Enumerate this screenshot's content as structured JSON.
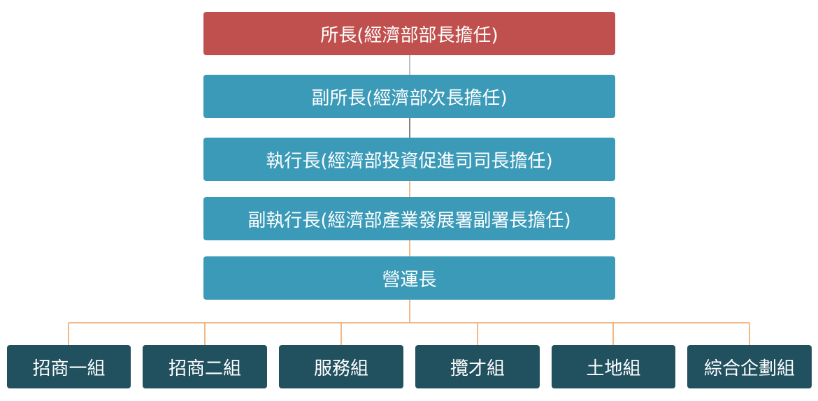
{
  "org_chart": {
    "director": "所長(經濟部部長擔任)",
    "deputy_director": "副所長(經濟部次長擔任)",
    "executive_director": "執行長(經濟部投資促進司司長擔任)",
    "deputy_executive_director": "副執行長(經濟部產業發展署副署長擔任)",
    "operations_chief": "營運長",
    "teams": [
      "招商一組",
      "招商二組",
      "服務組",
      "攬才組",
      "土地組",
      "綜合企劃組"
    ]
  },
  "colors": {
    "director_box": "#c0504d",
    "middle_box": "#3a9ab8",
    "team_box": "#21505f",
    "connector_orange": "#f0a060",
    "connector_gray": "#a9a9b5",
    "connector_dark": "#555555"
  }
}
